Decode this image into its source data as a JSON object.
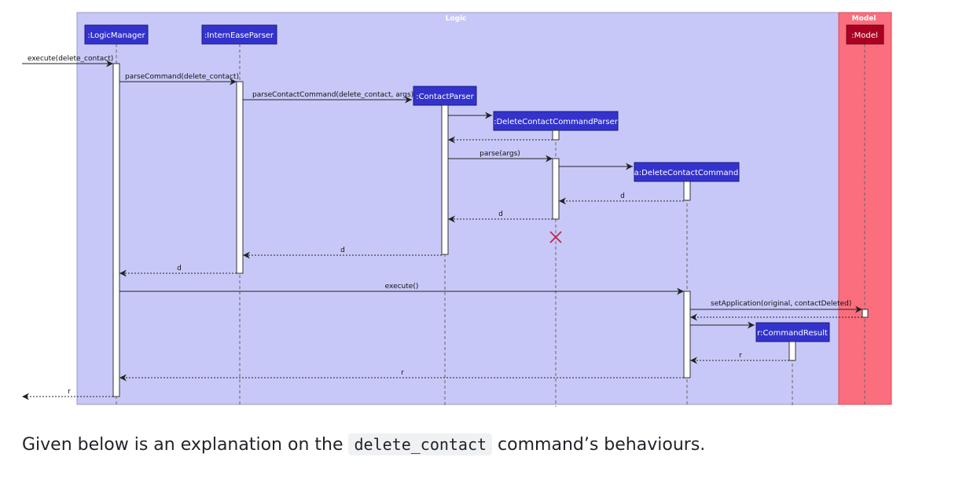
{
  "colors": {
    "logic_bg": "#c8c8f8",
    "model_bg": "#fb6e7e",
    "participant_logic": "#3333cc",
    "participant_model": "#aa0022",
    "destroy": "#c4264a",
    "line": "#222222"
  },
  "boxes": {
    "logic": "Logic",
    "model": "Model"
  },
  "participants": {
    "logic_manager": ":LogicManager",
    "intern_ease_parser": ":InternEaseParser",
    "contact_parser": ":ContactParser",
    "delete_contact_command_parser": ":DeleteContactCommandParser",
    "delete_contact_command": "a:DeleteContactCommand",
    "model": ":Model",
    "command_result": "r:CommandResult"
  },
  "messages": {
    "execute_delete_contact": "execute(delete_contact)",
    "parse_command": "parseCommand(delete_contact)",
    "parse_contact_command": "parseContactCommand(delete_contact, args)",
    "parse_args": "parse(args)",
    "return_d_1": "d",
    "return_d_2": "d",
    "return_d_3": "d",
    "return_d_4": "d",
    "execute": "execute()",
    "set_application": "setApplication(original, contactDeleted)",
    "return_r_1": "r",
    "return_r_2": "r",
    "return_r_3": "r"
  },
  "caption": {
    "before": "Given below is an explanation on the ",
    "code": "delete_contact",
    "after": " command’s behaviours."
  }
}
